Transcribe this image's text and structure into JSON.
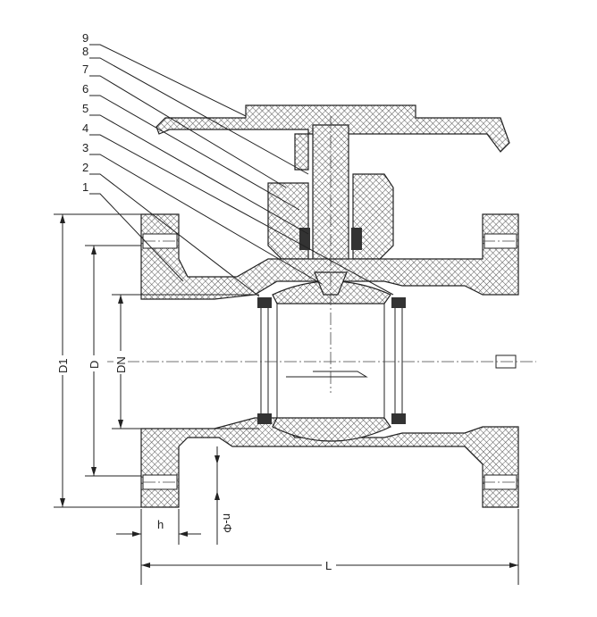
{
  "title": "Ball valve sectional drawing",
  "part_numbers": [
    "9",
    "8",
    "7",
    "6",
    "5",
    "4",
    "3",
    "2",
    "1"
  ],
  "dimensions": {
    "d1": "D1",
    "d": "D",
    "dn": "DN",
    "h": "h",
    "bolt_holes": "n-Φ",
    "length": "L"
  },
  "colors": {
    "line": "#222222",
    "background": "#ffffff"
  }
}
